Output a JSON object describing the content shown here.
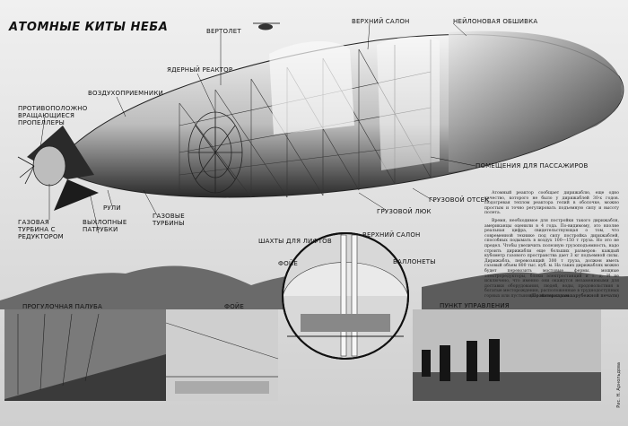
{
  "title": "АТОМНЫЕ КИТЫ НЕБА",
  "labels": {
    "helicopter": "ВЕРТОЛЕТ",
    "upper_salon_top": "ВЕРХНИЙ САЛОН",
    "nylon_skin": "НЕЙЛОНОВАЯ ОБШИВКА",
    "reactor": "ЯДЕРНЫЙ РЕАКТОР",
    "air_intakes": "ВОЗДУХОПРИЕМНИКИ",
    "propellers": "ПРОТИВОПОЛОЖНО ВРАЩАЮЩИЕСЯ ПРОПЕЛЛЕРЫ",
    "passenger_rooms": "ПОМЕЩЕНИЯ ДЛЯ ПАССАЖИРОВ",
    "cargo_bay": "ГРУЗОВОЙ ОТСЕК",
    "cargo_hatch": "ГРУЗОВОЙ ЛЮК",
    "gas_turbine_reducer": "ГАЗОВАЯ ТУРБИНА С РЕДУКТОРОМ",
    "exhaust": "ВЫХЛОПНЫЕ ПАТРУБКИ",
    "rudders": "РУЛИ",
    "gas_turbines": "ГАЗОВЫЕ ТУРБИНЫ",
    "lift_shafts": "ШАХТЫ ДЛЯ ЛИФТОВ",
    "upper_salon": "ВЕРХНИЙ САЛОН",
    "foyer_section": "ФОЙЕ",
    "ballonets": "БАЛЛОНЕТЫ",
    "promenade_deck": "ПРОГУЛОЧНАЯ ПАЛУБА",
    "foyer_bottom": "ФОЙЕ",
    "control_room": "ПУНКТ УПРАВЛЕНИЯ"
  },
  "article": {
    "paragraphs": [
      "Атомный реактор сообщает дирижаблю, еще одно качество, которого не было у дирижаблей 30-х годов. Подогревая теплом реактора гелий в оболочке, можно простым и точно регулировать подъемную силу и высоту полета.",
      "Время, необходимое для постройки такого дирижабля, американцы оценили в 4 года. По-видимому, это вполне реальная цифра, свидетельствующая о том, что современной технике под силу постройка дирижаблей, способных подымать в воздух 100—150 т груза. Но это не предел. Чтобы увеличить полезную грузоподъемность, надо строить дирижабли еще больших размеров: каждый кубометр газового пространства дает 3 кг подъемной силы. Дирижабль, перевозящий 300 т груза, должен иметь газовый объем 800 тыс. куб. м. На таких дирижаблях можно будет перевозить мостовые фермы, мощные электроредукторы, блоки электростанций и т. д. И не исключено, что именно они окажутся незаменимыми для доставки оборудования, людей, воды, продовольствия в богатые месторождения, расположенные в труднодоступных горных или пустынных районах страны."
    ],
    "credit": "(По материалам зарубежной печати)"
  },
  "signature": "Рис. Н. Арнольдова"
}
